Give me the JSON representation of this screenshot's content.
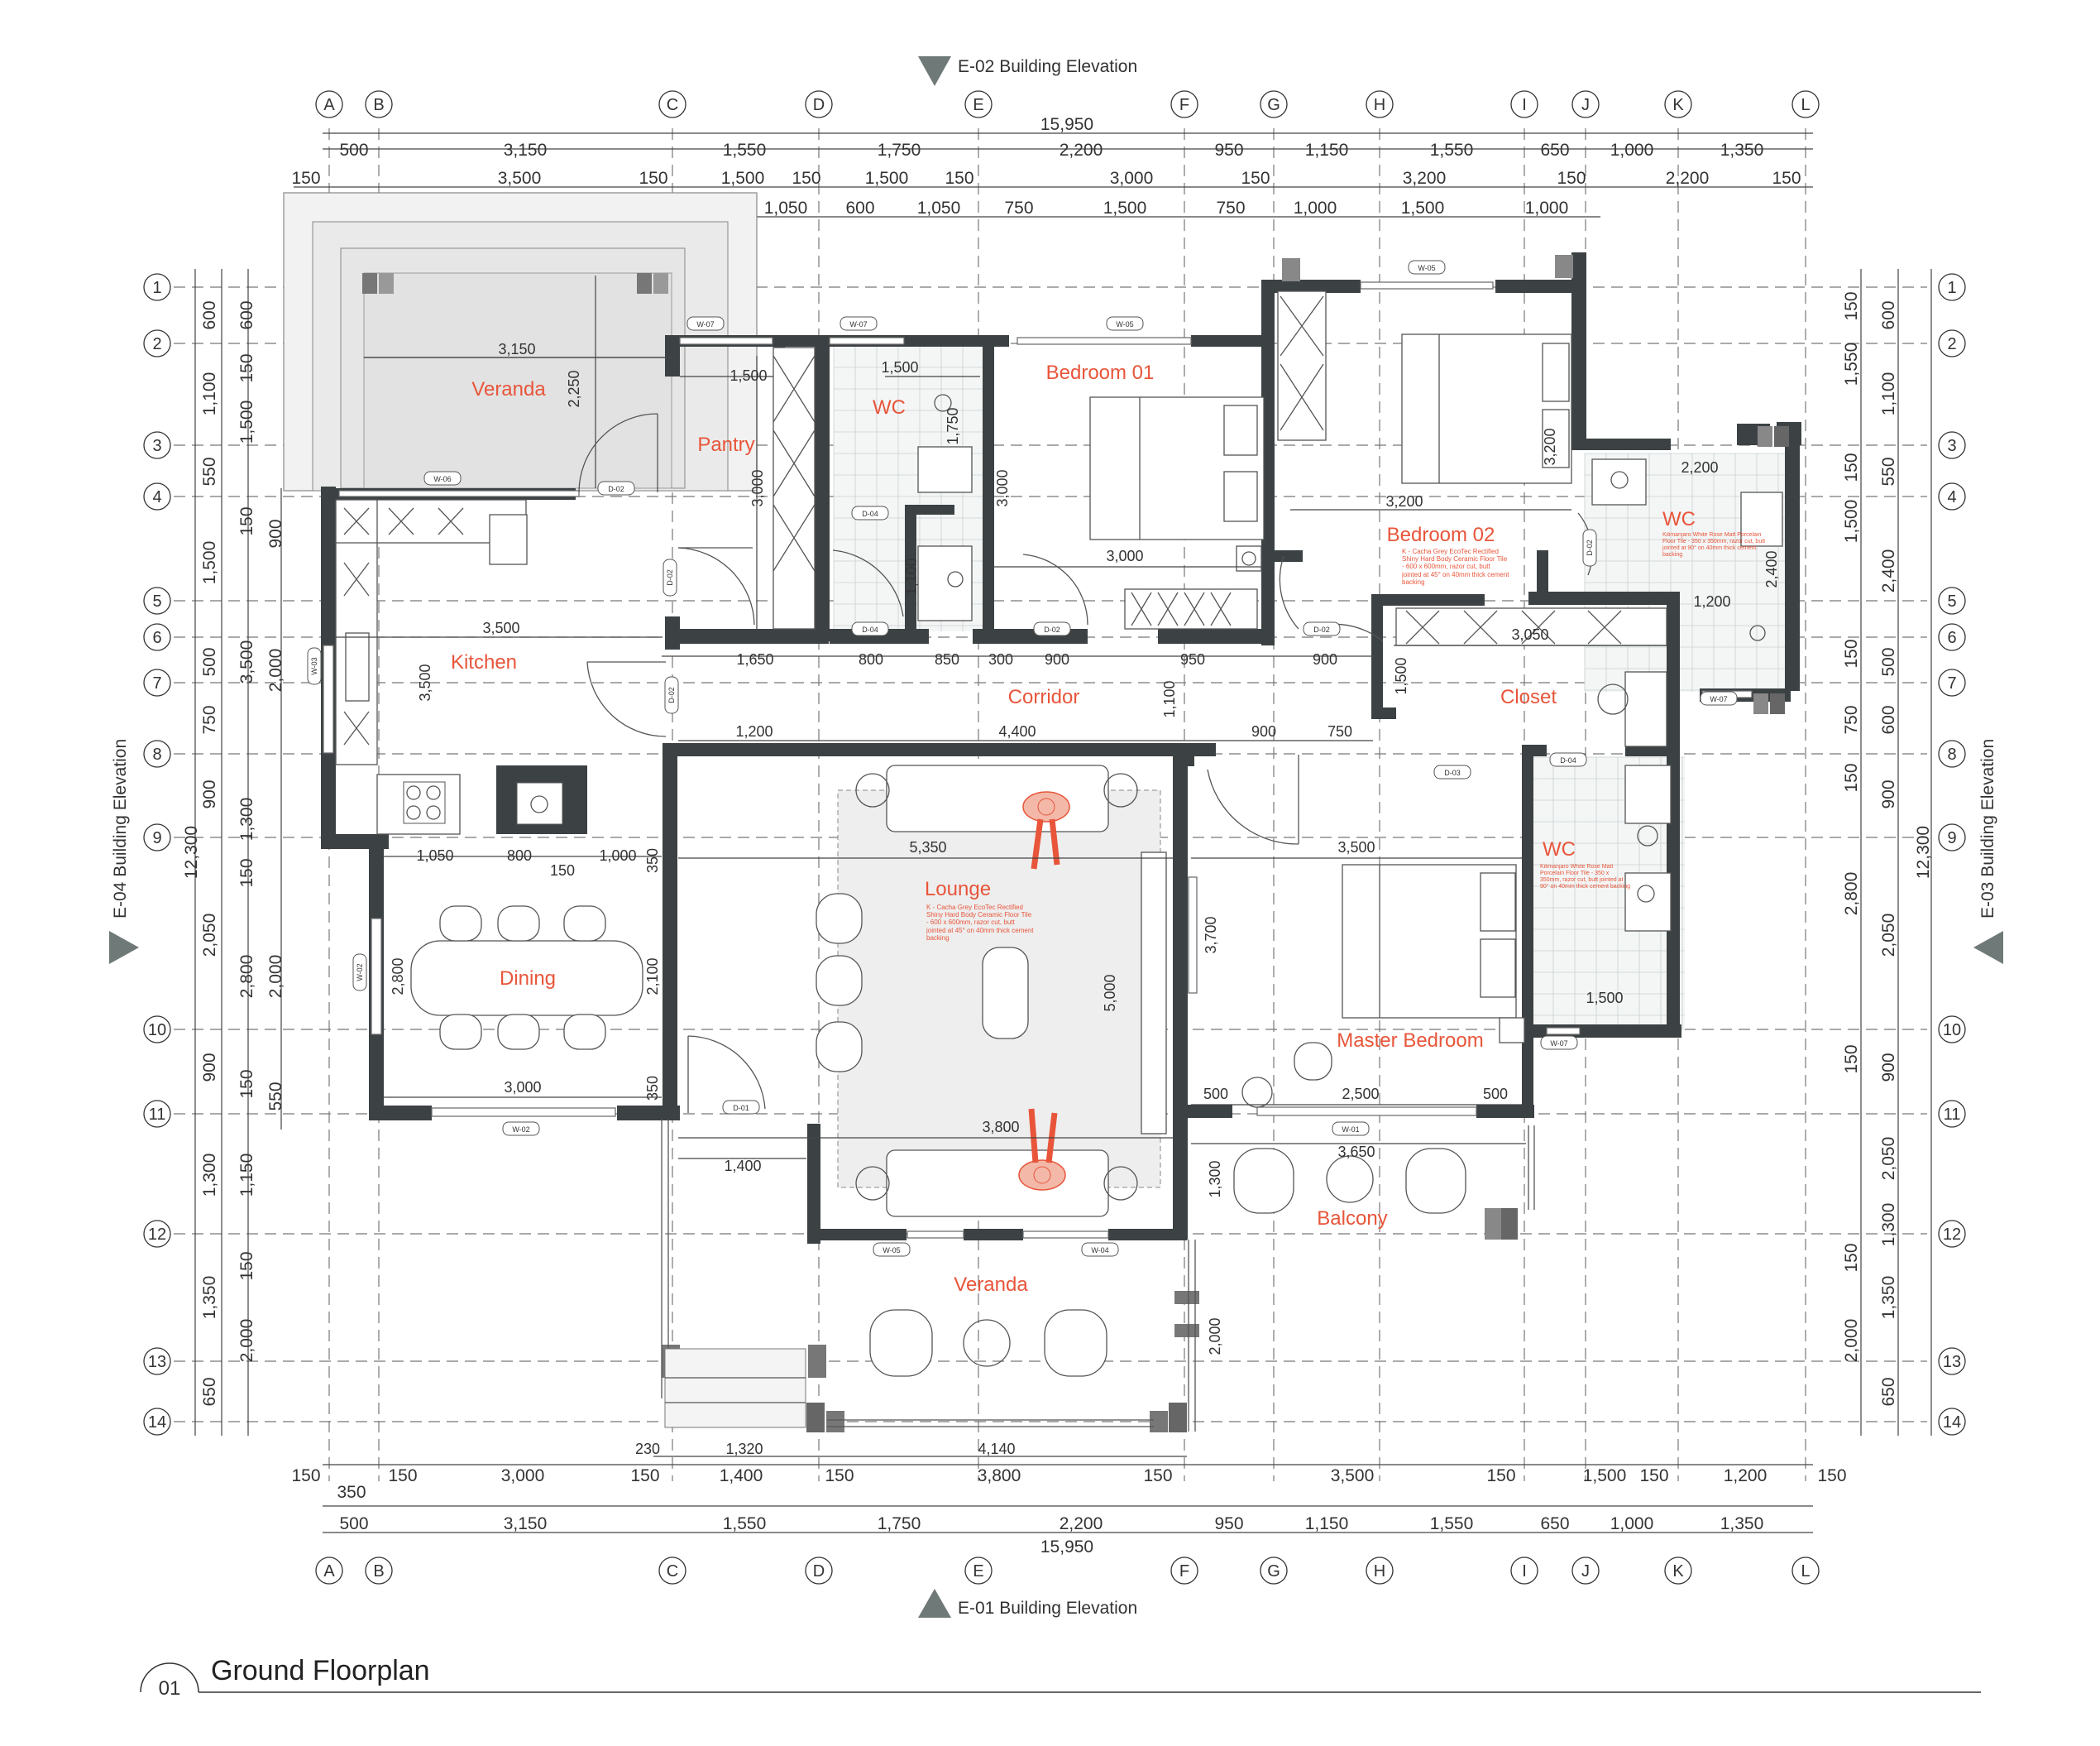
{
  "title": "Ground Floorplan",
  "title_number": "01",
  "elevations": {
    "top": "E-02 Building Elevation",
    "bottom": "E-01 Building Elevation",
    "left": "E-04 Building Elevation",
    "right": "E-03 Building Elevation"
  },
  "grid_columns": [
    "A",
    "B",
    "C",
    "D",
    "E",
    "F",
    "G",
    "H",
    "I",
    "J",
    "K",
    "L"
  ],
  "grid_rows": [
    "1",
    "2",
    "3",
    "4",
    "5",
    "6",
    "7",
    "8",
    "9",
    "10",
    "11",
    "12",
    "13",
    "14"
  ],
  "top_dims": {
    "overall": "15,950",
    "row1": [
      "500",
      "3,150",
      "1,550",
      "1,750",
      "2,200",
      "950",
      "1,150",
      "1,550",
      "650",
      "1,000",
      "1,350"
    ],
    "row2": [
      "150",
      "3,500",
      "150",
      "1,500",
      "150",
      "1,500",
      "150",
      "3,000",
      "150",
      "3,200",
      "150",
      "2,200",
      "150"
    ],
    "row3": [
      "600",
      "1,050",
      "600",
      "1,050",
      "750",
      "1,500",
      "750",
      "1,000",
      "1,500",
      "1,000"
    ]
  },
  "bottom_dims": {
    "overall": "15,950",
    "row1": [
      "150",
      "150",
      "3,000",
      "150",
      "1,400",
      "150",
      "3,800",
      "150",
      "3,500",
      "150",
      "1,500",
      "150",
      "1,200",
      "150"
    ],
    "row1b": [
      "350"
    ],
    "row2": [
      "500",
      "3,150",
      "1,550",
      "1,750",
      "2,200",
      "950",
      "1,150",
      "1,550",
      "650",
      "1,000",
      "1,350"
    ],
    "row0": [
      "230",
      "1,320",
      "4,140"
    ]
  },
  "left_dims": {
    "overall": "12,300",
    "col1": [
      "600",
      "1,100",
      "550",
      "1,500",
      "500",
      "750",
      "900",
      "2,050",
      "900",
      "1,300",
      "1,350",
      "650"
    ],
    "col2": [
      "600",
      "150",
      "1,500",
      "150",
      "3,500",
      "1,300",
      "150",
      "2,800",
      "150",
      "1,150",
      "150",
      "2,000"
    ],
    "col3": [
      "900",
      "2,000",
      "2,000",
      "550"
    ]
  },
  "right_dims": {
    "overall": "12,300",
    "col1": [
      "600",
      "1,100",
      "550",
      "2,400",
      "500",
      "600",
      "900",
      "2,050",
      "900",
      "2,050",
      "1,300",
      "1,350",
      "650"
    ],
    "col2": [
      "150",
      "1,550",
      "150",
      "1,500",
      "150",
      "750",
      "150",
      "2,800",
      "150",
      "150",
      "2,000"
    ]
  },
  "rooms": {
    "veranda_top": "Veranda",
    "pantry": "Pantry",
    "wc1": "WC",
    "bedroom1": "Bedroom 01",
    "bedroom2": "Bedroom 02",
    "wc2": "WC",
    "kitchen": "Kitchen",
    "corridor": "Corridor",
    "closet": "Closet",
    "lounge": "Lounge",
    "wc3": "WC",
    "dining": "Dining",
    "master": "Master Bedroom",
    "balcony": "Balcony",
    "veranda_bottom": "Veranda"
  },
  "room_notes": {
    "bedroom2": "K - Cacha Grey EcoTec Rectified Shiny Hard Body Ceramic Floor Tile - 600 x 600mm, razor cut, butt jointed at 45° on 40mm thick cement backing",
    "lounge": "K - Cacha Grey EcoTec Rectified Shiny Hard Body Ceramic Floor Tile - 600 x 600mm, razor cut, butt jointed at 45° on 40mm thick cement backing",
    "wc2": "Kilimanjaro White Rose Matt Porcelain Floor Tile - 350 x 350mm, razor cut, butt jointed at 90° on 40mm thick cement backing",
    "wc3": "Kilimanjaro White Rose Matt Porcelain Floor Tile - 350 x 350mm, razor cut, butt jointed at 90° on 40mm thick cement backing"
  },
  "interior_dims": {
    "veranda_w": "3,150",
    "veranda_h": "2,250",
    "pantry_w": "1,500",
    "pantry_h": "3,000",
    "wc1_w": "1,500",
    "wc1_h": "1,750",
    "wc1_h2": "1,100",
    "bed1_w": "3,000",
    "bed1_h": "3,000",
    "bed2_w": "3,200",
    "bed2_h": "3,200",
    "wc2_w": "2,200",
    "wc2_w2": "1,200",
    "wc2_h": "2,400",
    "kitchen_w": "3,500",
    "kitchen_h": "3,500",
    "corr_1650": "1,650",
    "corr_800": "800",
    "corr_850": "850",
    "corr_300": "300",
    "corr_900": "900",
    "corr_950": "950",
    "corr_900b": "900",
    "corr_1100": "1,100",
    "corr_1200": "1,200",
    "corr_4400": "4,400",
    "corr_900c": "900",
    "corr_750": "750",
    "closet_w": "3,050",
    "closet_h": "1,500",
    "lounge_w": "5,350",
    "lounge_h": "5,000",
    "lounge_w2": "3,800",
    "master_w": "3,500",
    "master_h": "3,700",
    "master_b1": "500",
    "master_b2": "2,500",
    "master_b3": "500",
    "wc3_w": "1,500",
    "dining_w": "3,000",
    "dining_h": "2,800",
    "dining_h2": "2,100",
    "din_1050": "1,050",
    "din_800": "800",
    "din_1000": "1,000",
    "din_150": "150",
    "din_350": "350",
    "din_350b": "350",
    "balcony_w": "3,650",
    "balcony_h": "1,300",
    "ver2_h": "2,000",
    "ver2_1400": "1,400"
  },
  "tags": [
    "W-07",
    "W-07",
    "W-05",
    "W-05",
    "W-06",
    "D-02",
    "D-04",
    "D-04",
    "D-02",
    "D-02",
    "D-02",
    "D-02",
    "D-02",
    "D-03",
    "D-04",
    "W-03",
    "W-02",
    "W-02",
    "D-01",
    "W-05",
    "W-04",
    "W-01",
    "W-07",
    "W-07"
  ]
}
